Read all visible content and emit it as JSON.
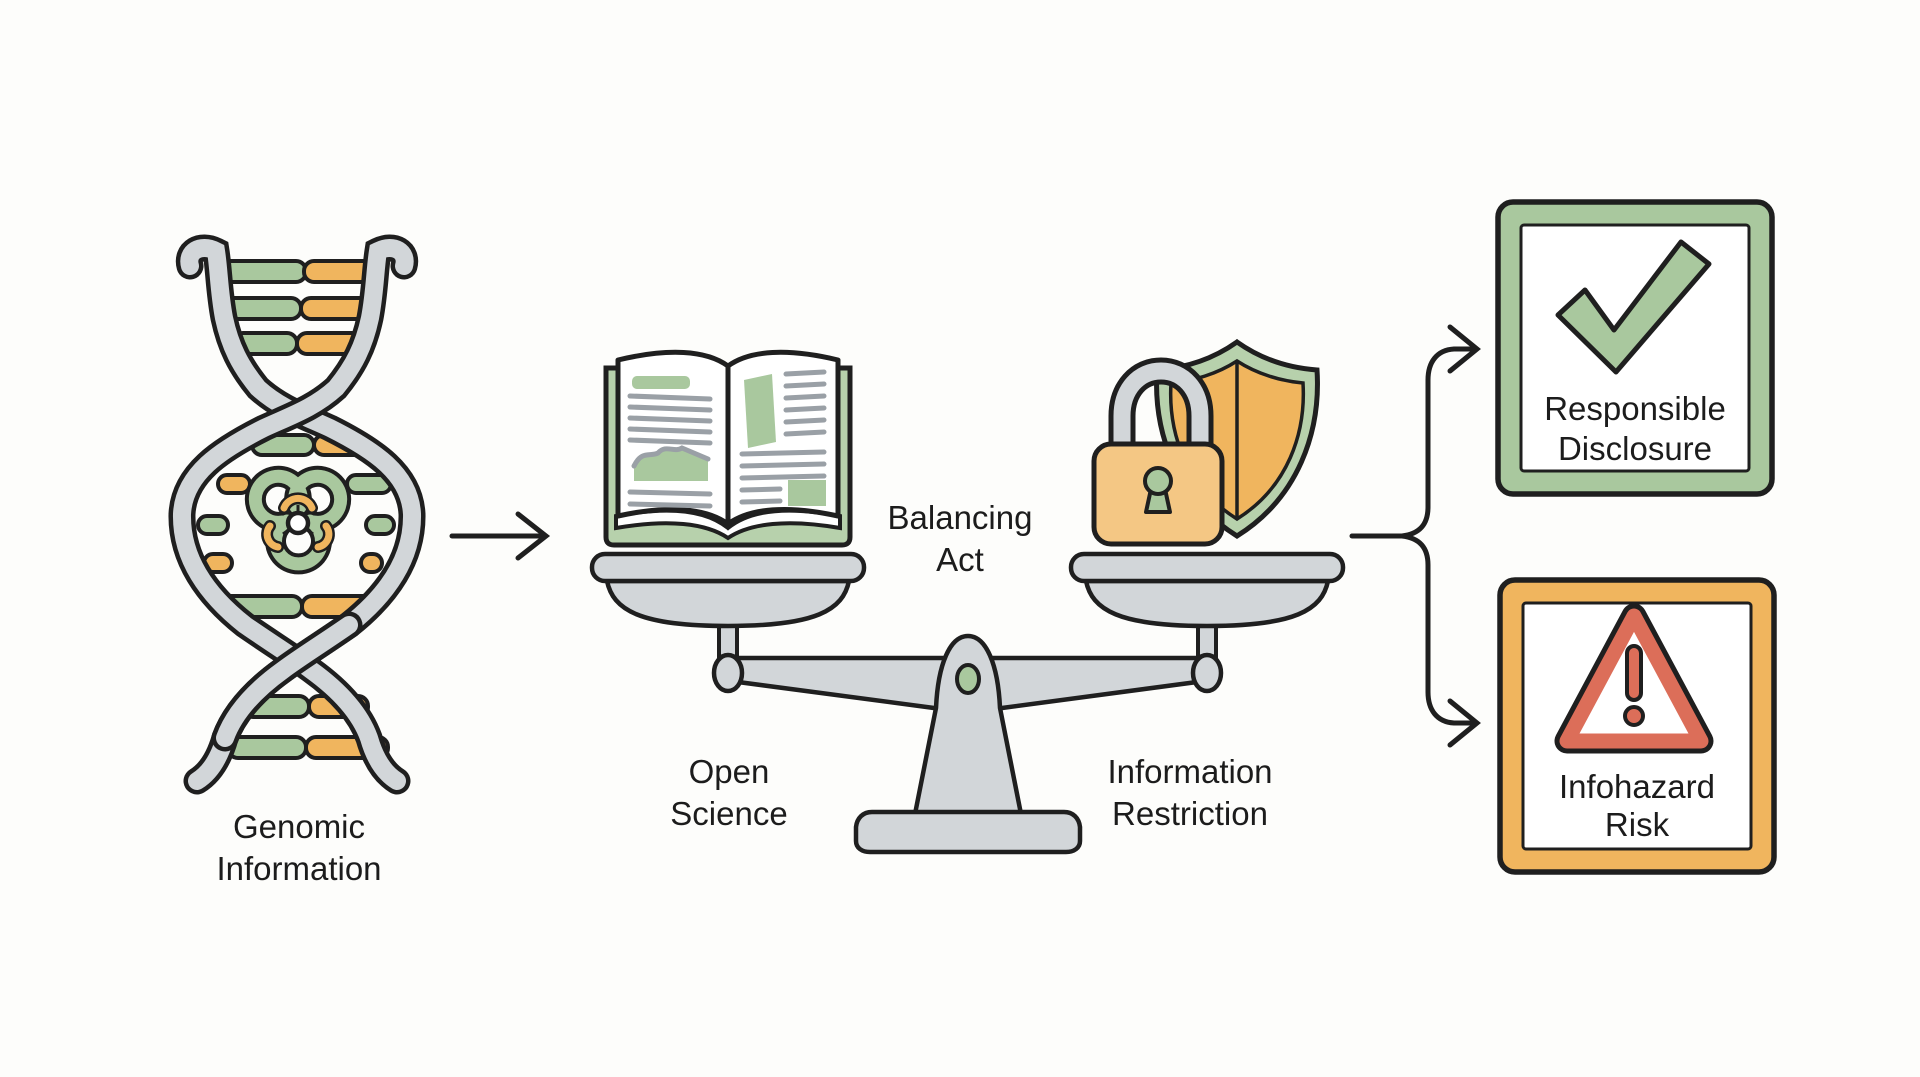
{
  "colors": {
    "background": "#fdfdfb",
    "outline": "#1f1f1f",
    "text": "#1c1c1c",
    "green": "#a9c89e",
    "green_light": "#b7d1ac",
    "orange": "#f0b55e",
    "orange_light": "#f4c784",
    "red": "#dc6e59",
    "gray": "#d2d6d9",
    "gray_line": "#9aa0a6",
    "white": "#ffffff"
  },
  "nodes": {
    "genomic_information": {
      "icon": "dna-biohazard-icon",
      "label_lines": [
        "Genomic",
        "Information"
      ]
    },
    "balancing_act": {
      "icon": "balance-scale-icon",
      "title_lines": [
        "Balancing",
        "Act"
      ],
      "left_pan": {
        "icon": "open-book-icon",
        "label_lines": [
          "Open",
          "Science"
        ]
      },
      "right_pan": {
        "icon": "lock-shield-icon",
        "label_lines": [
          "Information",
          "Restriction"
        ]
      }
    },
    "responsible_disclosure": {
      "icon": "checkmark-icon",
      "label_lines": [
        "Responsible",
        "Disclosure"
      ],
      "border_color": "#a9c89e"
    },
    "infohazard_risk": {
      "icon": "warning-triangle-icon",
      "label_lines": [
        "Infohazard",
        "Risk"
      ],
      "border_color": "#f0b55e"
    }
  },
  "icons": [
    "dna-biohazard-icon",
    "open-book-icon",
    "lock-shield-icon",
    "balance-scale-icon",
    "checkmark-icon",
    "warning-triangle-icon",
    "flow-arrow-icon",
    "branch-arrow-icon"
  ]
}
